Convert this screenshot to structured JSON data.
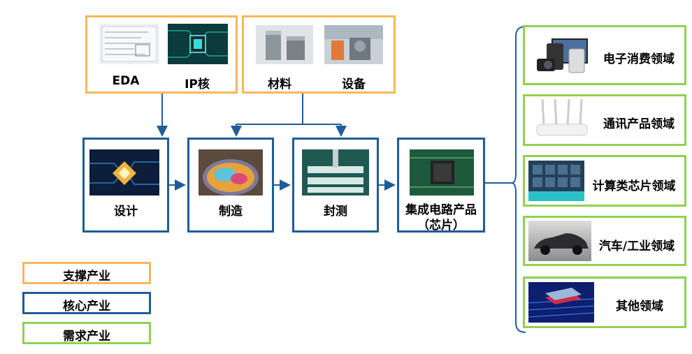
{
  "support": {
    "group1": [
      {
        "label": "EDA",
        "icon": "eda-software-icon"
      },
      {
        "label": "IP核",
        "icon": "ip-core-chip-icon"
      }
    ],
    "group2": [
      {
        "label": "材料",
        "icon": "silicon-material-icon"
      },
      {
        "label": "设备",
        "icon": "fab-equipment-icon"
      }
    ]
  },
  "core": [
    {
      "label": "设计",
      "icon": "chip-design-icon"
    },
    {
      "label": "制造",
      "icon": "wafer-icon"
    },
    {
      "label": "封测",
      "icon": "packaging-test-icon"
    },
    {
      "label": "集成电路产品",
      "label2": "（芯片）",
      "icon": "ic-chip-icon"
    }
  ],
  "demand": [
    {
      "label": "电子消费领域",
      "icon": "consumer-electronics-icon"
    },
    {
      "label": "通讯产品领域",
      "icon": "router-icon"
    },
    {
      "label": "计算类芯片领域",
      "icon": "computing-board-icon"
    },
    {
      "label": "汽车/工业领域",
      "icon": "car-icon"
    },
    {
      "label": "其他领域",
      "icon": "other-chip-icon"
    }
  ],
  "legend": [
    {
      "label": "支撑产业",
      "color": "#F5B85A"
    },
    {
      "label": "核心产业",
      "color": "#1F5C99"
    },
    {
      "label": "需求产业",
      "color": "#92D050"
    }
  ],
  "colors": {
    "support": "#F5B85A",
    "core": "#1F5C99",
    "demand": "#92D050",
    "arrow": "#1F5C99"
  }
}
